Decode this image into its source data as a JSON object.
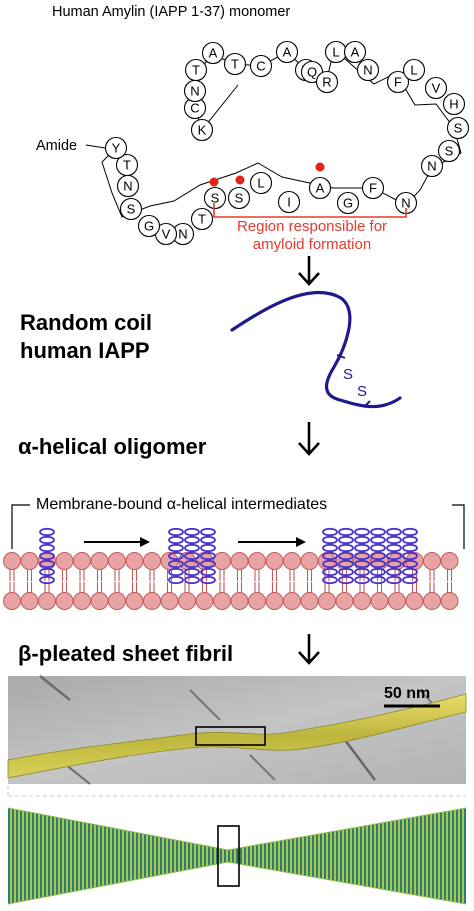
{
  "title": "Human Amylin (IAPP 1-37) monomer",
  "amide_label": "Amide",
  "sequence": [
    "K",
    "C",
    "N",
    "T",
    "A",
    "T",
    "C",
    "A",
    "T",
    "Q",
    "R",
    "L",
    "A",
    "N",
    "F",
    "L",
    "V",
    "H",
    "S",
    "S",
    "N",
    "N",
    "F",
    "G",
    "A",
    "I",
    "L",
    "S",
    "S",
    "T",
    "N",
    "V",
    "G",
    "S",
    "N",
    "T",
    "Y"
  ],
  "region_label_line1": "Region responsible for",
  "region_label_line2": "amyloid formation",
  "random_coil_line1": "Random coil",
  "random_coil_line2": "human IAPP",
  "coil_s_label": "S",
  "alpha_label": "α-helical oligomer",
  "membrane_label": "Membrane-bound α-helical intermediates",
  "beta_label": "β-pleated sheet fibril",
  "scale_bar_label": "50 nm",
  "colors": {
    "disulfide_dot": "#e2231a",
    "red_text": "#e53a2e",
    "coil": "#1f1a8c",
    "helix": "#4a35c9",
    "lipid_head": "#e8a4a4",
    "fibril": "#c9c34a"
  }
}
